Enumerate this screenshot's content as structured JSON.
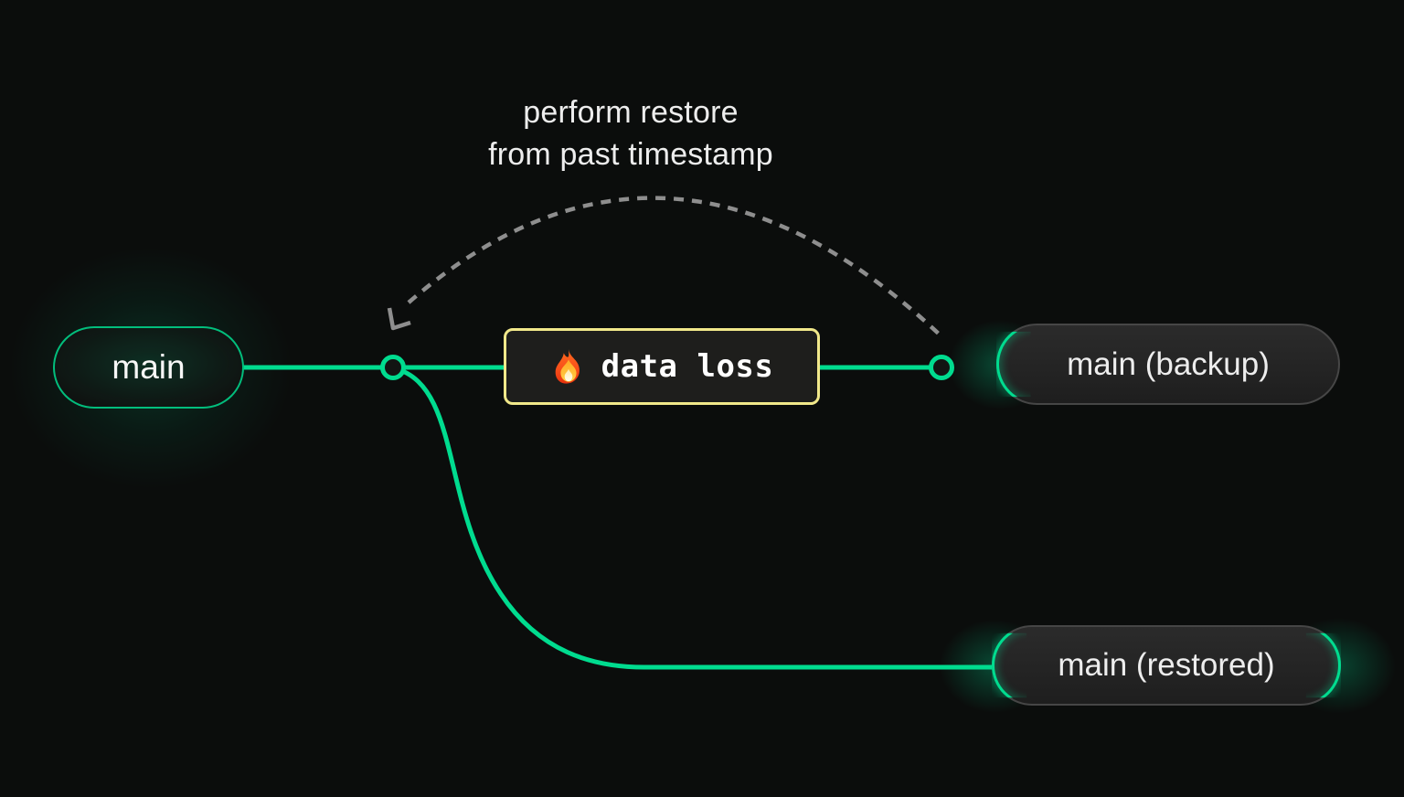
{
  "colors": {
    "page_background": "#0B0D0C",
    "branch_green": "#00DC8F",
    "warning_yellow": "#F1E88A",
    "dashed_gray": "#8E8E8E",
    "node_fill": "#121513",
    "pill_border": "#464646",
    "text_primary": "#EDEDED"
  },
  "caption": {
    "line1": "perform restore",
    "line2": "from past timestamp"
  },
  "event": {
    "label": "data loss",
    "icon": "fire-icon"
  },
  "nodes": {
    "main": {
      "label": "main"
    },
    "backup": {
      "label": "main (backup)"
    },
    "restored": {
      "label": "main (restored)"
    }
  }
}
